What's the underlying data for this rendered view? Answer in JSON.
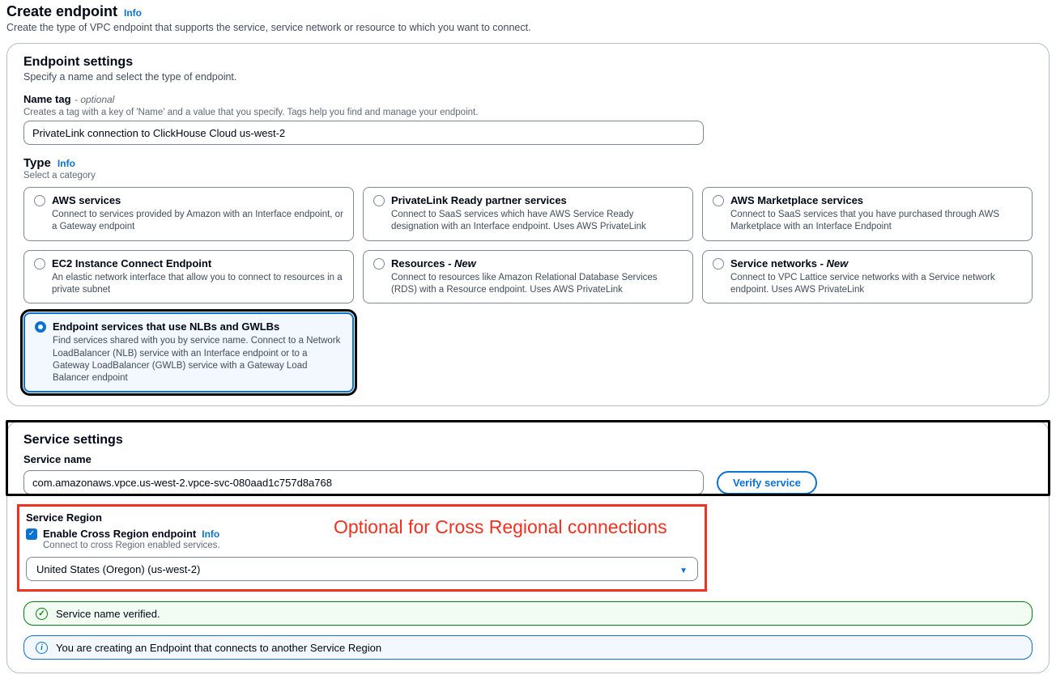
{
  "page": {
    "title": "Create endpoint",
    "info_label": "Info",
    "description": "Create the type of VPC endpoint that supports the service, service network or resource to which you want to connect."
  },
  "endpoint_settings": {
    "title": "Endpoint settings",
    "subtitle": "Specify a name and select the type of endpoint.",
    "name_tag": {
      "label": "Name tag",
      "optional_suffix": "- optional",
      "hint": "Creates a tag with a key of 'Name' and a value that you specify. Tags help you find and manage your endpoint.",
      "value": "PrivateLink connection to ClickHouse Cloud us-west-2"
    },
    "type": {
      "label": "Type",
      "info_label": "Info",
      "hint": "Select a category",
      "options": [
        {
          "title": "AWS services",
          "description": "Connect to services provided by Amazon with an Interface endpoint, or a Gateway endpoint",
          "selected": false
        },
        {
          "title": "PrivateLink Ready partner services",
          "description": "Connect to SaaS services which have AWS Service Ready designation with an Interface endpoint. Uses AWS PrivateLink",
          "selected": false
        },
        {
          "title": "AWS Marketplace services",
          "description": "Connect to SaaS services that you have purchased through AWS Marketplace with an Interface Endpoint",
          "selected": false
        },
        {
          "title": "EC2 Instance Connect Endpoint",
          "description": "An elastic network interface that allow you to connect to resources in a private subnet",
          "selected": false
        },
        {
          "title": "Resources",
          "suffix": " - New",
          "description": "Connect to resources like Amazon Relational Database Services (RDS) with a Resource endpoint. Uses AWS PrivateLink",
          "selected": false
        },
        {
          "title": "Service networks",
          "suffix": " - New",
          "description": "Connect to VPC Lattice service networks with a Service network endpoint. Uses AWS PrivateLink",
          "selected": false
        },
        {
          "title": "Endpoint services that use NLBs and GWLBs",
          "description": "Find services shared with you by service name. Connect to a Network LoadBalancer (NLB) service with an Interface endpoint or to a Gateway LoadBalancer (GWLB) service with a Gateway Load Balancer endpoint",
          "selected": true
        }
      ]
    }
  },
  "service_settings": {
    "title": "Service settings",
    "service_name": {
      "label": "Service name",
      "value": "com.amazonaws.vpce.us-west-2.vpce-svc-080aad1c757d8a768",
      "verify_button": "Verify service"
    },
    "service_region": {
      "label": "Service Region",
      "checkbox_label": "Enable Cross Region endpoint",
      "info_label": "Info",
      "checkbox_checked": true,
      "hint": "Connect to cross Region enabled services.",
      "selected_option": "United States (Oregon) (us-west-2)"
    },
    "alerts": {
      "success": "Service name verified.",
      "info": "You are creating an Endpoint that connects to another Service Region"
    }
  },
  "annotations": {
    "cross_region_note": "Optional for Cross Regional connections"
  },
  "colors": {
    "accent_blue": "#0972d3",
    "success_green": "#037f0c",
    "annotation_red": "#f1301f",
    "annotation_black": "#000000",
    "selected_tile_bg": "#f2f8fd",
    "success_bg": "#f2fcf3",
    "info_bg": "#f2f8fd"
  }
}
